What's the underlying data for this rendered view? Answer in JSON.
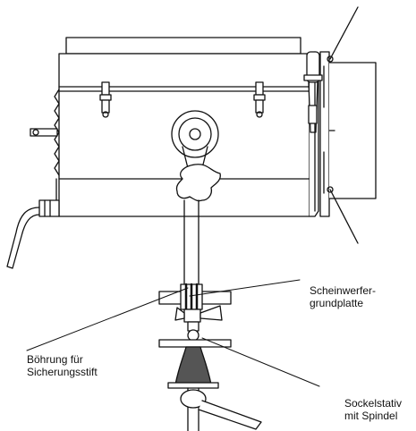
{
  "labels": {
    "scheinwerfer": {
      "line1": "Scheinwerfer-",
      "line2": "grundplatte"
    },
    "bohrung": {
      "line1": "Böhrung für",
      "line2": "Sicherungsstift"
    },
    "sockel": {
      "line1": "Sockelstativ",
      "line2": "mit Spindel"
    }
  },
  "colors": {
    "ink": "#111111",
    "shade": "#555555",
    "background": "#ffffff"
  }
}
